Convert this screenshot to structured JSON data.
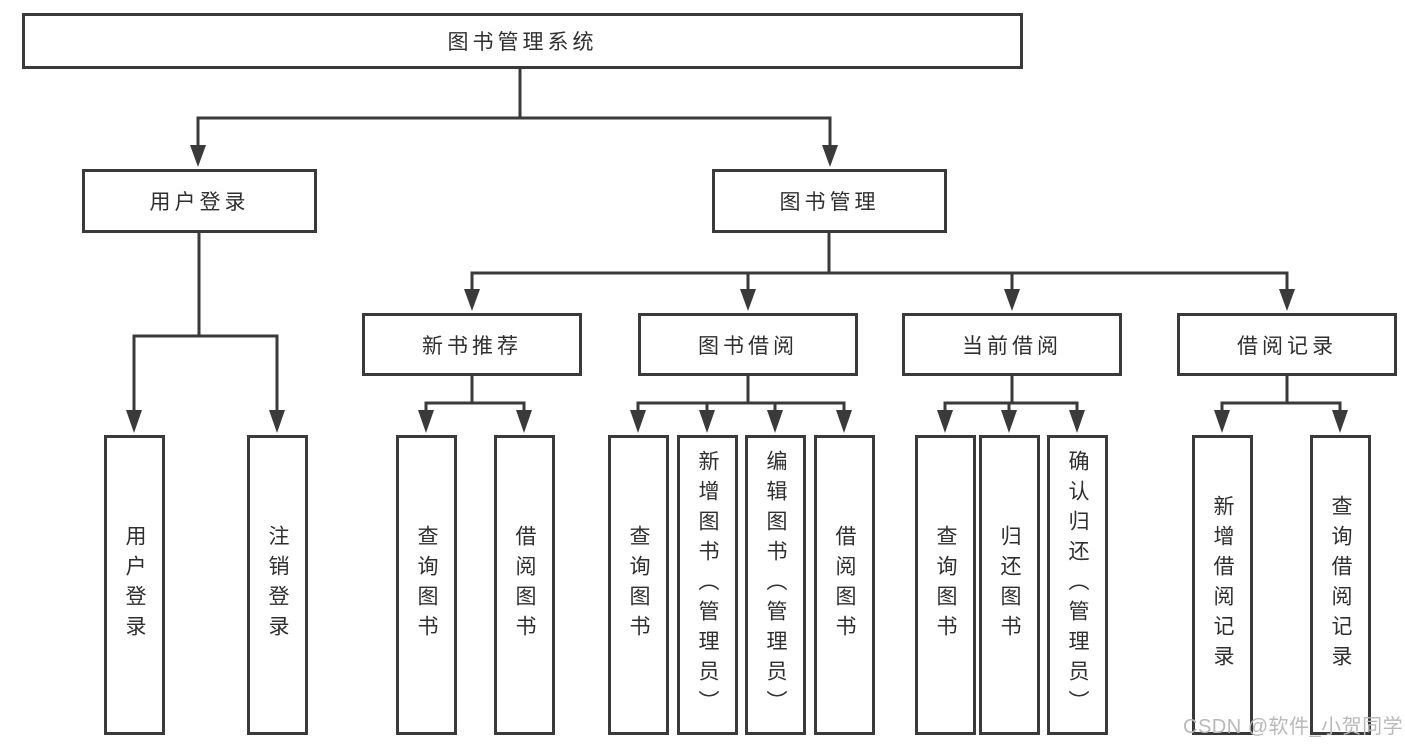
{
  "diagram": {
    "root_label": "图书管理系统",
    "user_branch": {
      "label": "用户登录",
      "children": [
        "用户登录",
        "注销登录"
      ]
    },
    "book_branch": {
      "label": "图书管理",
      "groups": [
        {
          "label": "新书推荐",
          "children": [
            "查询图书",
            "借阅图书"
          ]
        },
        {
          "label": "图书借阅",
          "children": [
            "查询图书",
            "新增图书（管理员）",
            "编辑图书（管理员）",
            "借阅图书"
          ]
        },
        {
          "label": "当前借阅",
          "children": [
            "查询图书",
            "归还图书",
            "确认归还（管理员）"
          ]
        },
        {
          "label": "借阅记录",
          "children": [
            "新增借阅记录",
            "查询借阅记录"
          ]
        }
      ]
    }
  },
  "watermark": {
    "text": "CSDN @软件_小贺同学"
  },
  "colors": {
    "line": "#3a3a3a",
    "text": "#2f2f2f",
    "background": "#ffffff",
    "watermark": "#b9b9b9"
  }
}
